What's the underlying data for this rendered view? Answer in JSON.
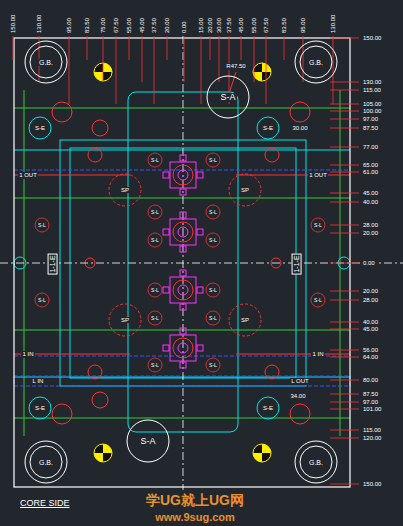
{
  "diagram": {
    "caption": "CORE SIDE",
    "nodes": [
      {
        "text": [
          "G.B."
        ]
      },
      {
        "text": [
          "G.B."
        ]
      },
      {
        "text": [
          "S-A"
        ]
      },
      {
        "text": [
          "S-E"
        ]
      },
      {
        "text": [
          "S-E"
        ]
      },
      {
        "text": [
          "SP"
        ]
      },
      {
        "text": [
          "SP"
        ]
      },
      {
        "text": [
          "SP"
        ]
      },
      {
        "text": [
          "SP"
        ]
      },
      {
        "text": [
          "S-E"
        ]
      },
      {
        "text": [
          "S-E"
        ]
      },
      {
        "text": [
          "S-A"
        ]
      },
      {
        "text": [
          "G.B."
        ]
      },
      {
        "text": [
          "G.B."
        ]
      }
    ],
    "labels": [
      "150.00",
      "130.00",
      "95.00",
      "83.50",
      "75.00",
      "67.50",
      "55.00",
      "45.00",
      "37.50",
      "20.00",
      "0.00",
      "15.00",
      "20.00",
      "30.00",
      "37.50",
      "45.00",
      "55.00",
      "67.50",
      "83.50",
      "95.00",
      "130.00",
      "150.00",
      "130.00",
      "115.00",
      "105.00",
      "100.00",
      "97.00",
      "87.50",
      "77.00",
      "65.00",
      "61.00",
      "45.00",
      "40.00",
      "28.00",
      "20.00",
      "0.00",
      "20.00",
      "28.00",
      "40.00",
      "45.00",
      "56.00",
      "64.00",
      "80.00",
      "87.50",
      "97.00",
      "101.00",
      "115.00",
      "120.00",
      "150.00",
      "R47.50",
      "30.00",
      "34.00",
      "1 OUT",
      "1 OUT",
      "1 IN",
      "1 IN",
      "L IN",
      "L OUT",
      "1-1-E",
      "1-1-E",
      "S-L",
      "S-L",
      "S-L",
      "S-L",
      "S-L",
      "S-L",
      "S-L",
      "S-L",
      "S-L",
      "S-L",
      "S-L",
      "S-L",
      "S-L",
      "S-L",
      "S-L",
      "S-L",
      "学UG就上UG网",
      "www.9sug.com"
    ]
  }
}
